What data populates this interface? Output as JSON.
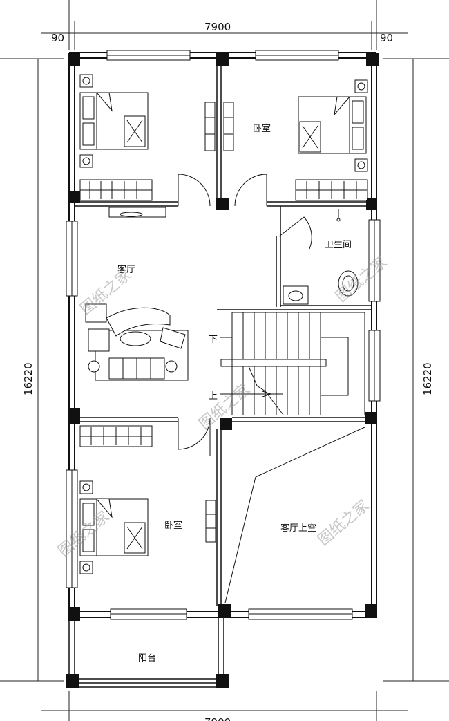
{
  "dimensions": {
    "top_width": "7900",
    "top_left_offset": "90",
    "top_right_offset": "90",
    "left_height": "16220",
    "right_height": "16220",
    "bottom_width": "7900"
  },
  "rooms": {
    "bedroom_top_right": "卧室",
    "bathroom": "卫生间",
    "living_room": "客厅",
    "bedroom_bottom_left": "卧室",
    "living_void": "客厅上空",
    "balcony": "阳台"
  },
  "stairs": {
    "down_label": "下",
    "up_label": "上"
  },
  "watermark": {
    "text": "图纸之家"
  }
}
